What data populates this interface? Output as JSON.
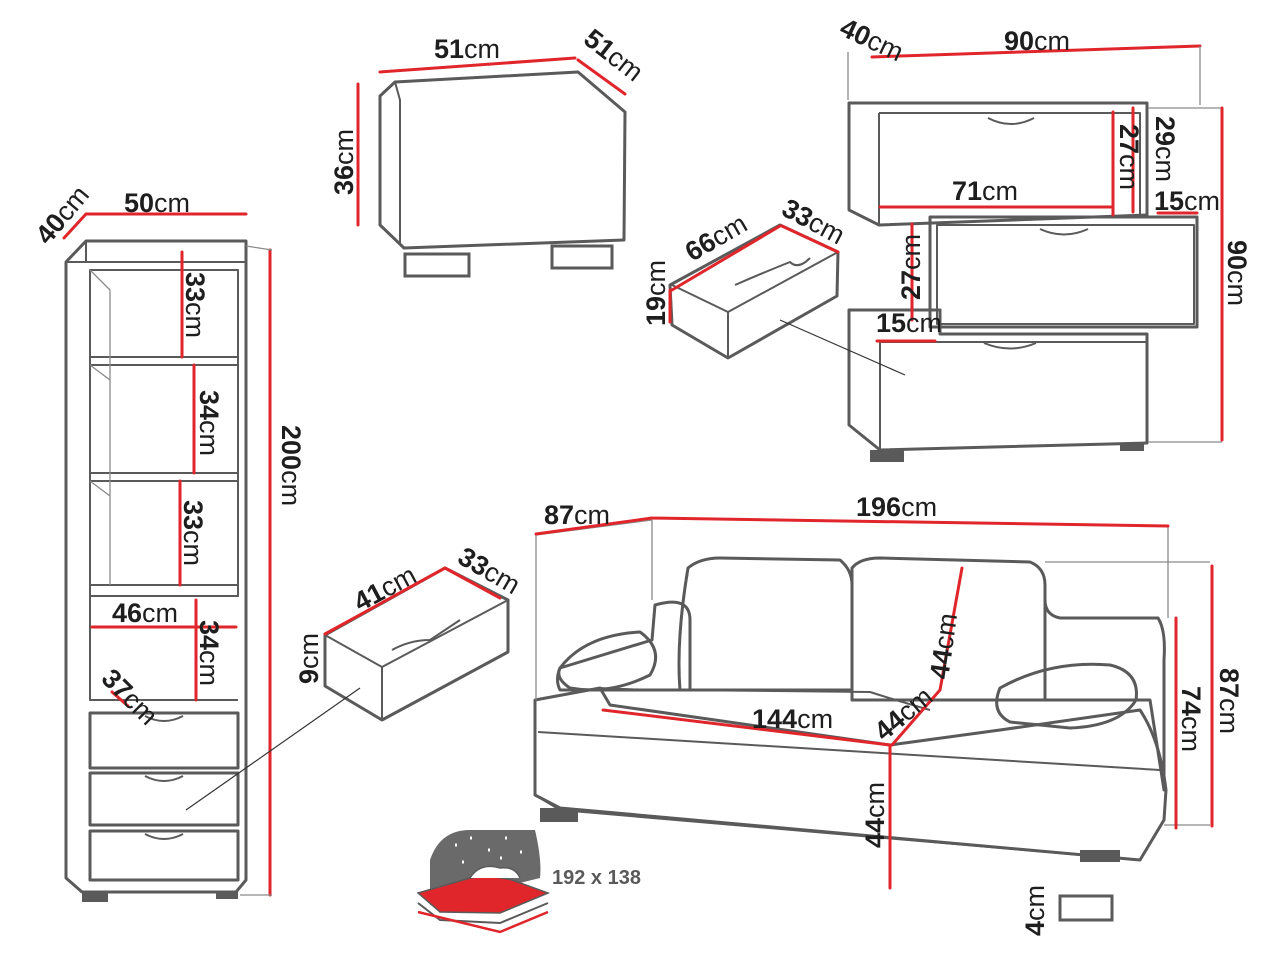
{
  "dimensions": {
    "bookcase": {
      "depth": {
        "value": "40",
        "unit": "cm"
      },
      "width": {
        "value": "50",
        "unit": "cm"
      },
      "height": {
        "value": "200",
        "unit": "cm"
      },
      "shelf1": {
        "value": "33",
        "unit": "cm"
      },
      "shelf2": {
        "value": "34",
        "unit": "cm"
      },
      "shelf3": {
        "value": "33",
        "unit": "cm"
      },
      "shelf4": {
        "value": "34",
        "unit": "cm"
      },
      "inner_width": {
        "value": "46",
        "unit": "cm"
      },
      "inner_depth": {
        "value": "37",
        "unit": "cm"
      }
    },
    "pouf": {
      "width": {
        "value": "51",
        "unit": "cm"
      },
      "depth": {
        "value": "51",
        "unit": "cm"
      },
      "height": {
        "value": "36",
        "unit": "cm"
      }
    },
    "chest": {
      "depth": {
        "value": "40",
        "unit": "cm"
      },
      "width": {
        "value": "90",
        "unit": "cm"
      },
      "height": {
        "value": "90",
        "unit": "cm"
      },
      "top_drawer": {
        "value": "29",
        "unit": "cm"
      },
      "top_drawer_inner": {
        "value": "27",
        "unit": "cm"
      },
      "drawer_width": {
        "value": "71",
        "unit": "cm"
      },
      "offset_top": {
        "value": "15",
        "unit": "cm"
      },
      "middle_drawer": {
        "value": "27",
        "unit": "cm"
      },
      "offset_bottom": {
        "value": "15",
        "unit": "cm"
      },
      "drawer_box_length": {
        "value": "66",
        "unit": "cm"
      },
      "drawer_box_depth": {
        "value": "33",
        "unit": "cm"
      },
      "drawer_box_height": {
        "value": "19",
        "unit": "cm"
      }
    },
    "small_drawer": {
      "length": {
        "value": "41",
        "unit": "cm"
      },
      "depth": {
        "value": "33",
        "unit": "cm"
      },
      "height": {
        "value": "9",
        "unit": "cm"
      }
    },
    "sofa": {
      "depth": {
        "value": "87",
        "unit": "cm"
      },
      "width": {
        "value": "196",
        "unit": "cm"
      },
      "height": {
        "value": "87",
        "unit": "cm"
      },
      "arm_height": {
        "value": "74",
        "unit": "cm"
      },
      "seat_width": {
        "value": "144",
        "unit": "cm"
      },
      "seat_depth": {
        "value": "44",
        "unit": "cm"
      },
      "back_height": {
        "value": "44",
        "unit": "cm"
      },
      "seat_height": {
        "value": "44",
        "unit": "cm"
      },
      "leg_height": {
        "value": "4",
        "unit": "cm"
      }
    }
  },
  "sleeping_area": {
    "label": "192 x 138"
  },
  "colors": {
    "outline": "#5a5a5a",
    "dimension_line": "#e0262b",
    "text": "#1e1e1e",
    "bed_icon_fill": "#e0262b"
  },
  "icons": {
    "sleeping_function": "bed-sleeping-icon"
  }
}
